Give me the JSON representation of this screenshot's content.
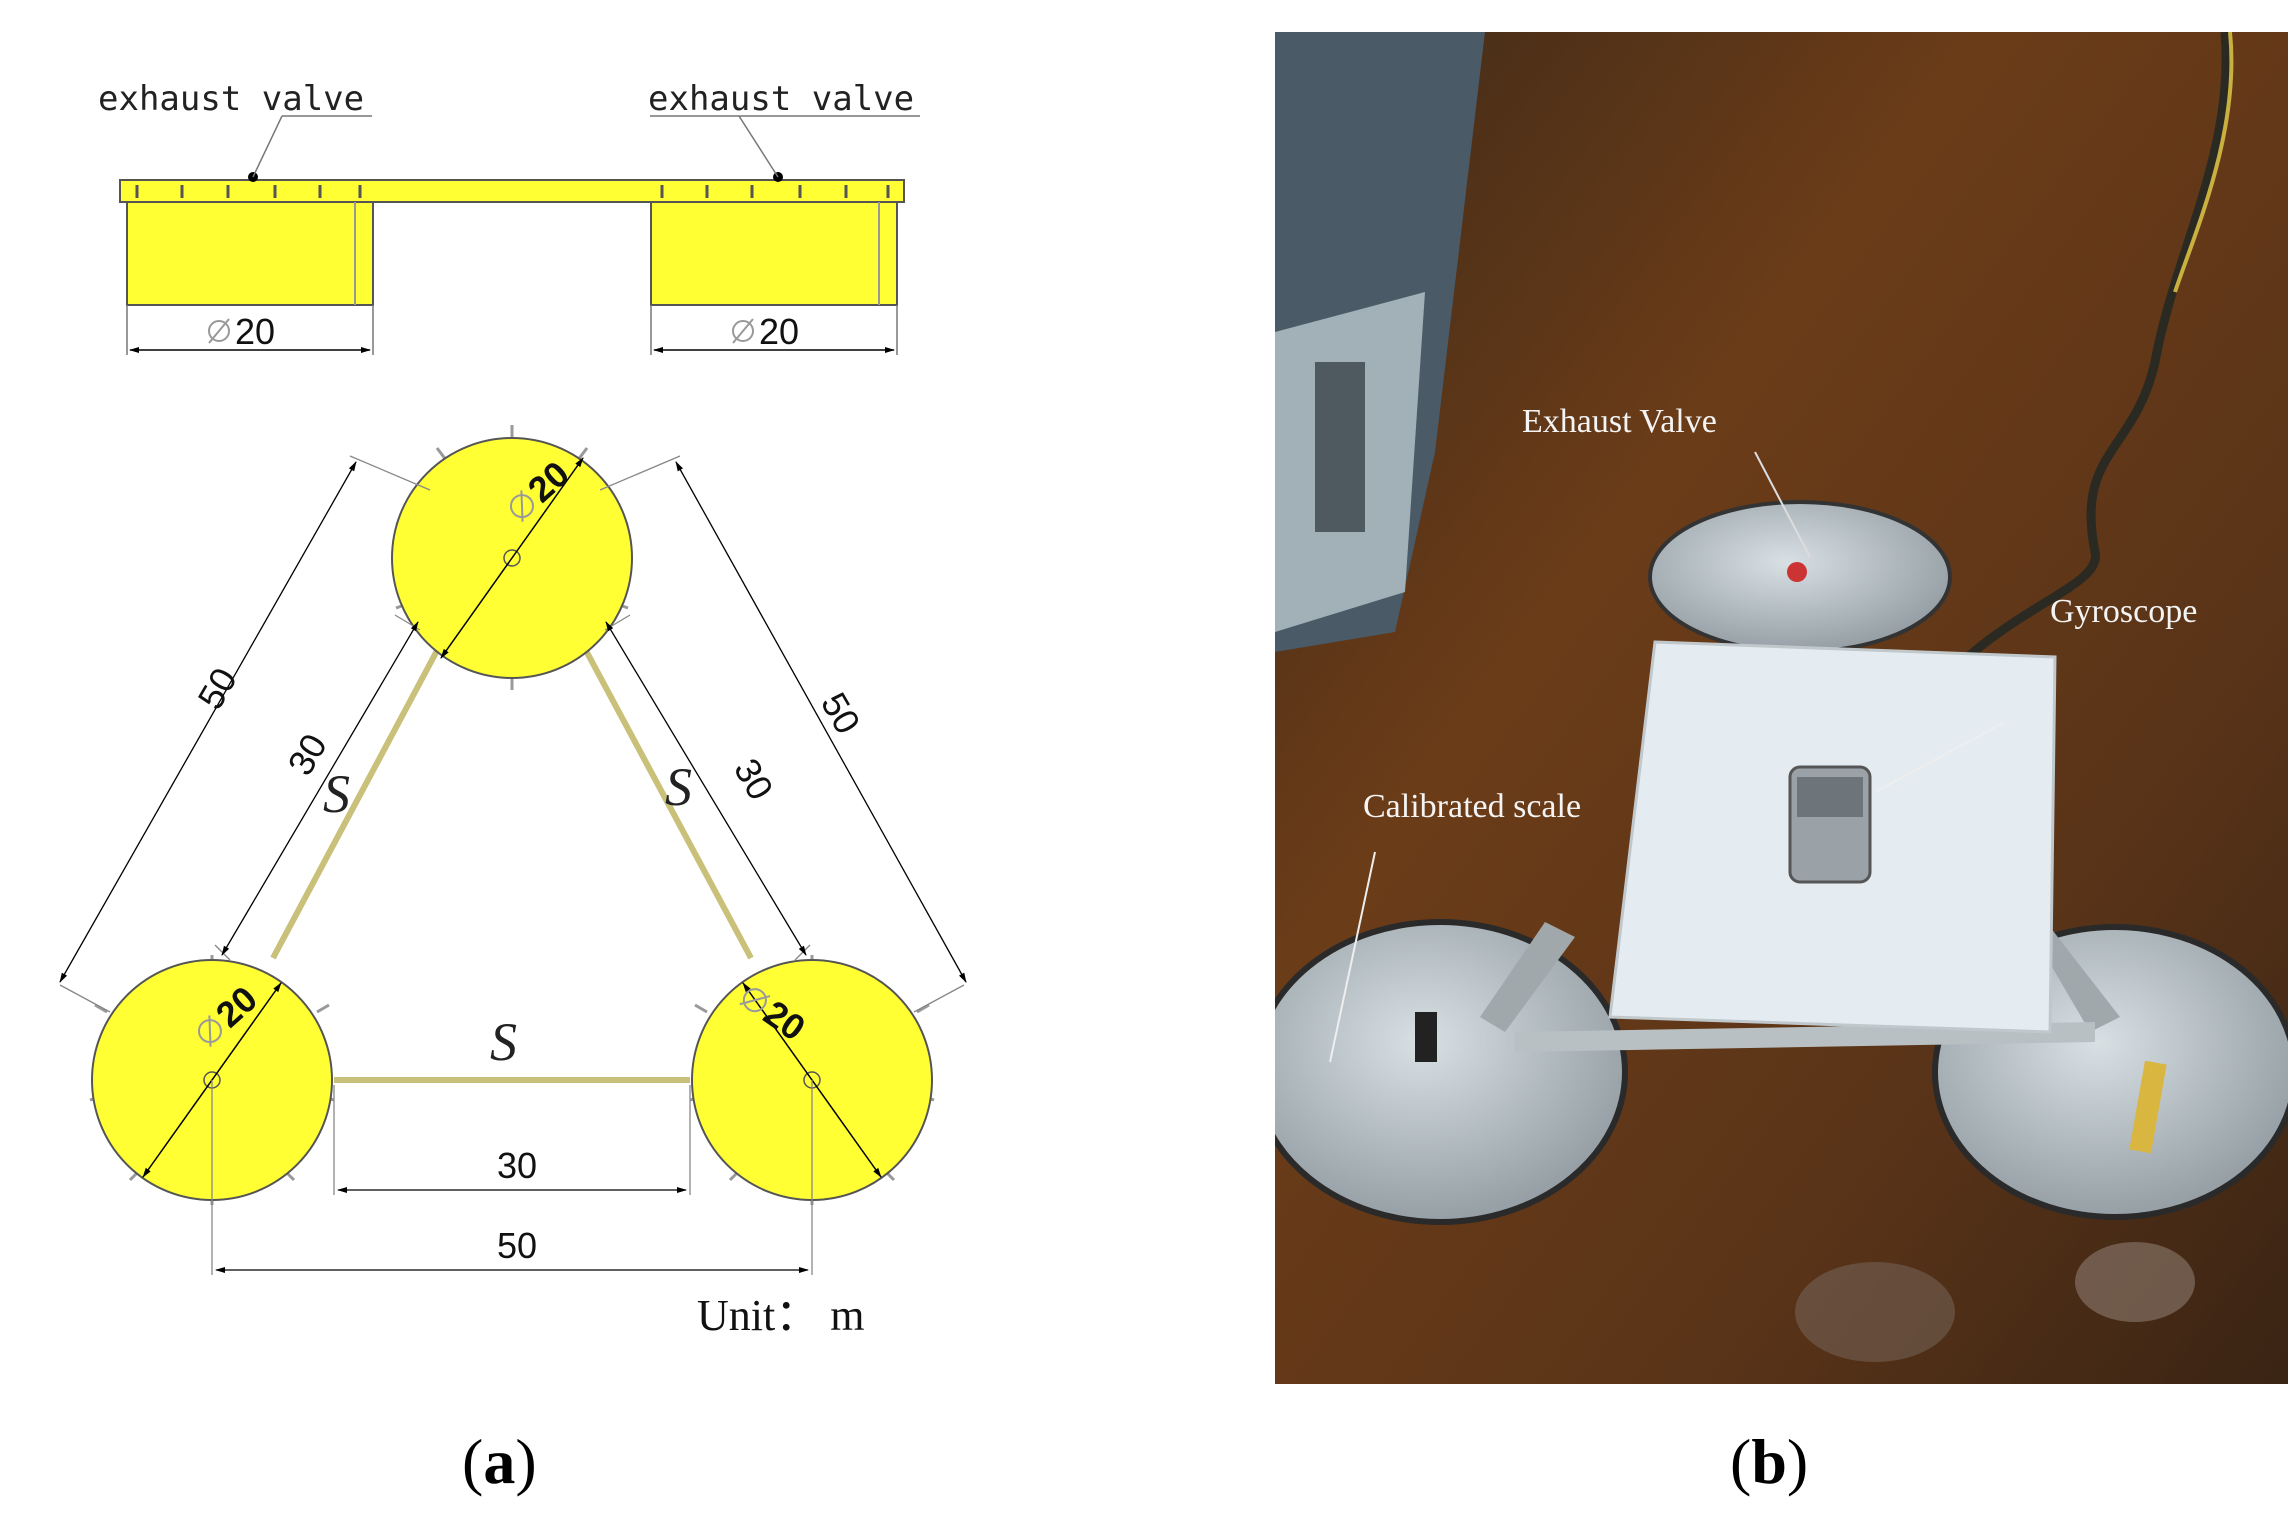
{
  "panel_a": {
    "side_view": {
      "valve_label_left": "exhaust valve",
      "valve_label_right": "exhaust valve",
      "diameter_left": "20",
      "diameter_right": "20"
    },
    "top_view": {
      "diameter_top": "20",
      "diameter_left": "20",
      "diameter_right": "20",
      "spacing_label_left": "S",
      "spacing_label_right": "S",
      "spacing_label_bottom": "S",
      "dim_outer_left": "50",
      "dim_inner_left": "30",
      "dim_outer_right": "50",
      "dim_inner_right": "30",
      "dim_bottom_inner": "30",
      "dim_bottom_outer": "50",
      "unit": "Unit： m"
    },
    "caption_open": "(",
    "caption_letter": "a",
    "caption_close": ")"
  },
  "panel_b": {
    "labels": {
      "exhaust_valve": "Exhaust Valve",
      "gyroscope": "Gyroscope",
      "calibrated_scale": "Calibrated scale"
    },
    "caption_open": "(",
    "caption_letter": "b",
    "caption_close": ")"
  },
  "colors": {
    "float_fill": "#ffff33",
    "float_stroke": "#333333",
    "water": "#5a3418",
    "platform": "#e4ecf2"
  }
}
